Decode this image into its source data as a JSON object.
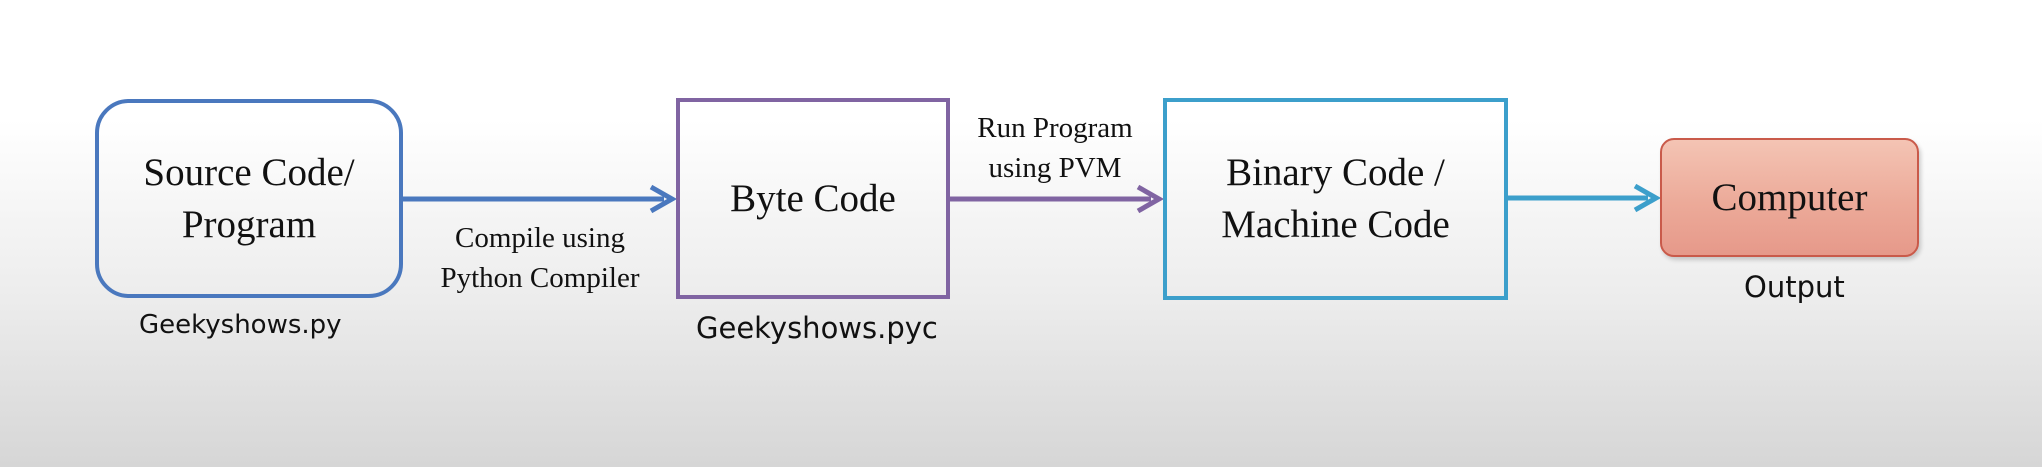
{
  "colors": {
    "source_border": "#4a78be",
    "byte_border": "#8064a2",
    "binary_border": "#3c9fcb",
    "computer_fill": "#ecaa99",
    "computer_border": "#c95a4a",
    "arrow_blue": "#4a78be",
    "arrow_purple": "#8064a2",
    "arrow_cyan": "#3c9fcb"
  },
  "nodes": {
    "source": {
      "text": "Source Code/\nProgram",
      "caption": "Geekyshows.py"
    },
    "byte": {
      "text": "Byte Code",
      "caption": "Geekyshows.pyc"
    },
    "binary": {
      "text": "Binary Code /\nMachine Code"
    },
    "computer": {
      "text": "Computer",
      "caption": "Output"
    }
  },
  "edges": {
    "compile": {
      "label": "Compile using\nPython Compiler"
    },
    "run": {
      "label": "Run Program\nusing PVM"
    }
  }
}
